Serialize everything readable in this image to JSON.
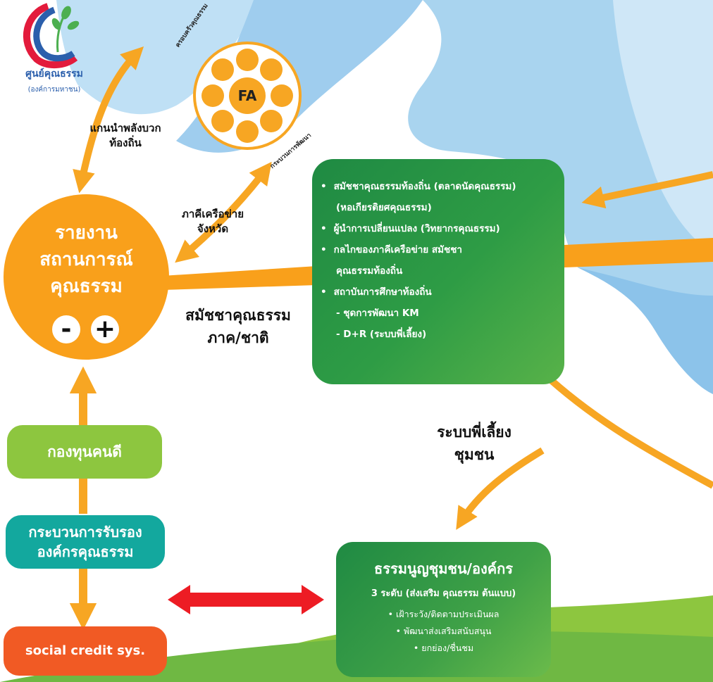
{
  "logo": {
    "name": "ศูนย์คุณธรรม",
    "subtitle": "(องค์การมหาชน)"
  },
  "fa": {
    "center": "FA",
    "top_label": "ครอบครัวคุณธรรม",
    "bottom_label": "กระบวนการพัฒนา"
  },
  "captions": {
    "leaders_line1": "แกนนำพลังบวก",
    "leaders_line2": "ท้องถิ่น",
    "network_line1": "ภาคีเครือข่าย",
    "network_line2": "จังหวัด",
    "assembly_line1": "สมัชชาคุณธรรม",
    "assembly_line2": "ภาค/ชาติ",
    "mentor_line1": "ระบบพี่เลี้ยง",
    "mentor_line2": "ชุมชน"
  },
  "hub": {
    "line1": "รายงาน",
    "line2": "สถานการณ์",
    "line3": "คุณธรรม",
    "minus": "-",
    "plus": "+"
  },
  "green_box": {
    "items": [
      {
        "text": "สมัชชาคุณธรรมท้องถิ่น (ตลาดนัดคุณธรรม)",
        "kind": "bullet"
      },
      {
        "text": "(หอเกียรติยศคุณธรรม)",
        "kind": "cont"
      },
      {
        "text": "ผู้นำการเปลี่ยนแปลง (วิทยากรคุณธรรม)",
        "kind": "bullet"
      },
      {
        "text": "กลไกของภาคีเครือข่าย สมัชชา",
        "kind": "bullet"
      },
      {
        "text": "คุณธรรมท้องถิ่น",
        "kind": "cont"
      },
      {
        "text": "สถาบันการศึกษาท้องถิ่น",
        "kind": "bullet"
      },
      {
        "text": "- ชุดการพัฒนา KM",
        "kind": "sub"
      },
      {
        "text": "- D+R (ระบบพี่เลี้ยง)",
        "kind": "sub"
      }
    ]
  },
  "fund": "กองทุนคนดี",
  "certification": {
    "line1": "กระบวนการรับรอง",
    "line2": "องค์กรคุณธรรม"
  },
  "social_credit": "social credit sys.",
  "constitution": {
    "title": "ธรรมนูญชุมชน/องค์กร",
    "subtitle": "3 ระดับ (ส่งเสริม คุณธรรม ต้นแบบ)",
    "bullets": [
      "• เฝ้าระวัง/ติดตามประเมินผล",
      "• พัฒนาส่งเสริมสนับสนุน",
      "• ยกย่อง/ชื่นชม"
    ]
  },
  "colors": {
    "orange": "#f9a01b",
    "green_dark": "#1f8a43",
    "lime": "#8dc63f",
    "teal": "#13a89e",
    "red_orange": "#f15a24",
    "red_arrow": "#ed1c24",
    "sky": "#a9d4ef"
  }
}
